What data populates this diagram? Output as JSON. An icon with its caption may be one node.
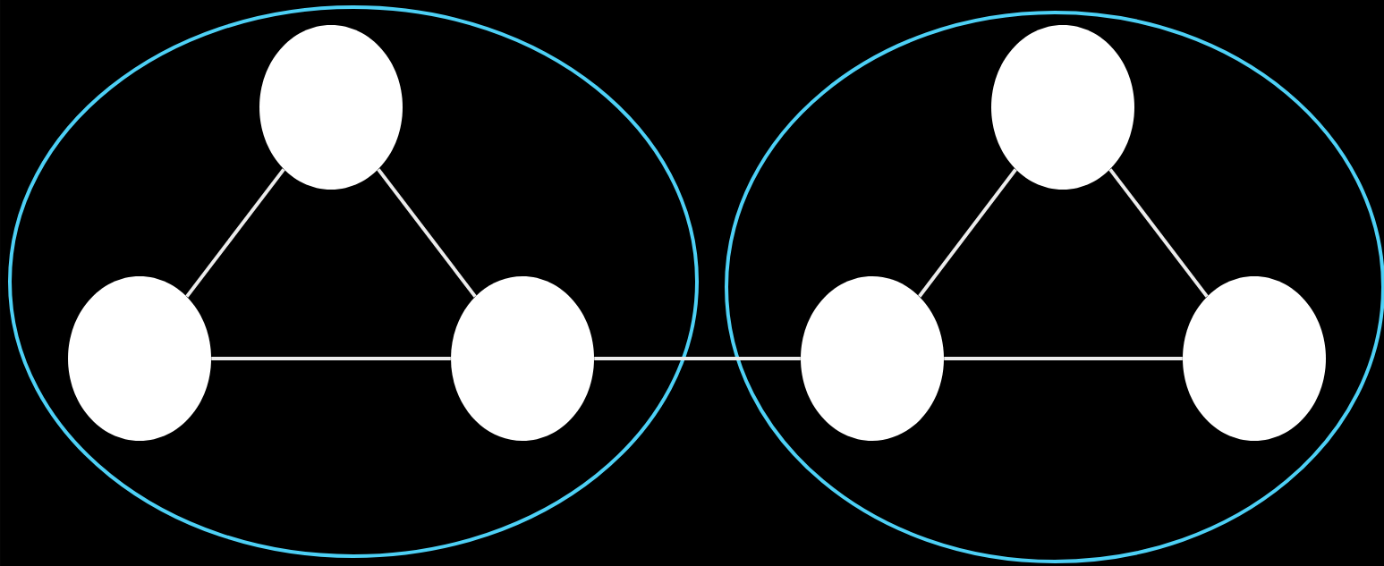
{
  "diagram": {
    "nodes": [
      {
        "text": [],
        "shape": "ellipse"
      },
      {
        "text": [],
        "shape": "circle",
        "in": 0
      },
      {
        "text": [],
        "shape": "circle",
        "in": 0
      },
      {
        "text": [],
        "shape": "circle",
        "in": 0
      },
      {
        "text": [],
        "shape": "ellipse"
      },
      {
        "text": [],
        "shape": "circle",
        "in": 4
      },
      {
        "text": [],
        "shape": "circle",
        "in": 4
      },
      {
        "text": [],
        "shape": "circle",
        "in": 4
      }
    ],
    "edges": [
      {
        "from": 1,
        "to": 2,
        "arrow": "none"
      },
      {
        "from": 1,
        "to": 3,
        "arrow": "none"
      },
      {
        "from": 2,
        "to": 3,
        "arrow": "none"
      },
      {
        "from": 3,
        "to": 6,
        "arrow": "none"
      },
      {
        "from": 5,
        "to": 6,
        "arrow": "none"
      },
      {
        "from": 5,
        "to": 7,
        "arrow": "none"
      },
      {
        "from": 6,
        "to": 7,
        "arrow": "none"
      }
    ]
  }
}
